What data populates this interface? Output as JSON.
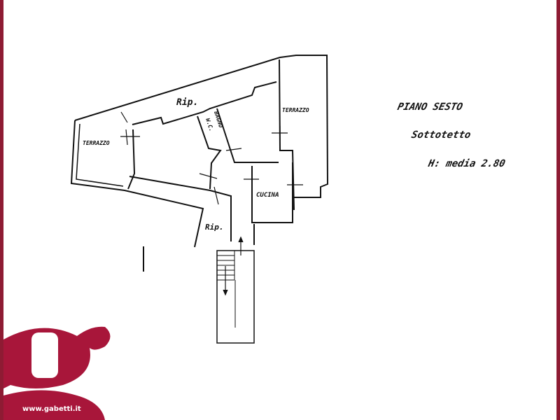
{
  "plan": {
    "rooms": {
      "rip_top": "Rip.",
      "terrazzo_left": "TERRAZZO",
      "bagno": "BAGNO",
      "wc": "W.C.",
      "terrazzo_right": "TERRAZZO",
      "cucina": "CUCINA",
      "rip_bottom": "Rip."
    }
  },
  "notes": {
    "floor": "PIANO SESTO",
    "level": "Sottotetto",
    "height": "H: media 2.80"
  },
  "brand": {
    "url": "www.gabetti.it",
    "color": "#a8163a"
  }
}
